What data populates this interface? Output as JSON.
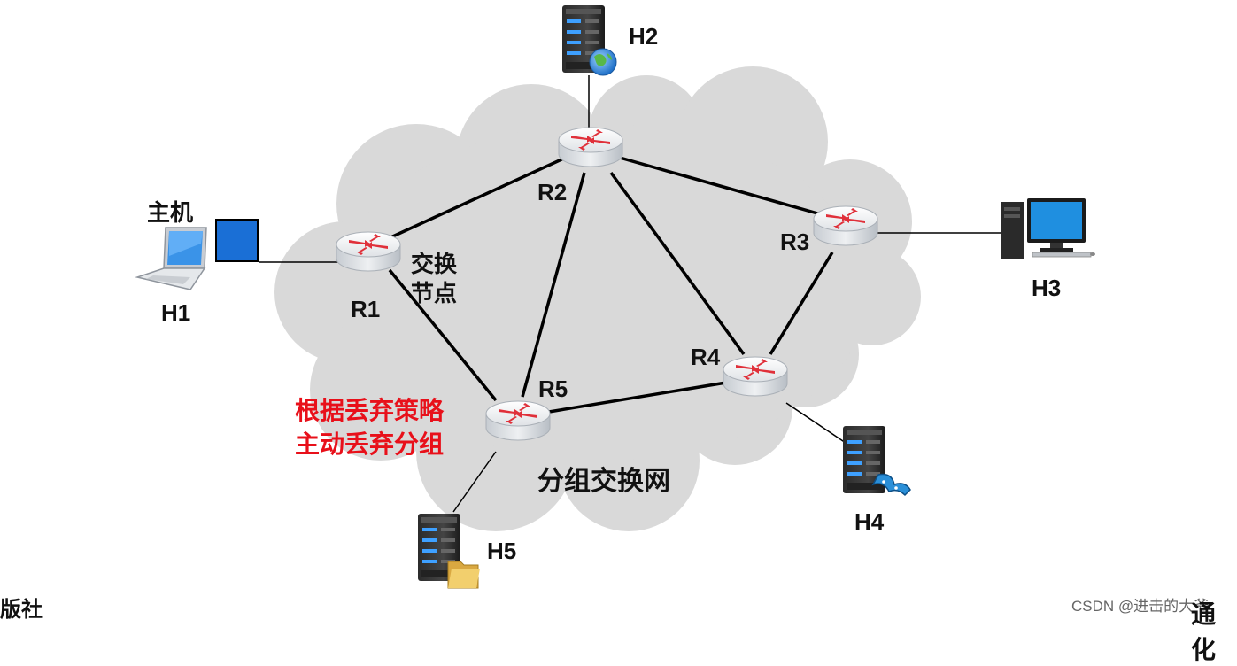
{
  "diagram": {
    "network_label": "分组交换网",
    "annotation_lines": [
      "根据丢弃策略",
      "主动丢弃分组"
    ],
    "node_label": [
      "交换",
      "节点"
    ],
    "host_caption": "主机",
    "routers": [
      {
        "id": "R1",
        "label": "R1"
      },
      {
        "id": "R2",
        "label": "R2"
      },
      {
        "id": "R3",
        "label": "R3"
      },
      {
        "id": "R4",
        "label": "R4"
      },
      {
        "id": "R5",
        "label": "R5"
      }
    ],
    "hosts": [
      {
        "id": "H1",
        "label": "H1",
        "icon": "laptop-icon"
      },
      {
        "id": "H2",
        "label": "H2",
        "icon": "web-server-icon"
      },
      {
        "id": "H3",
        "label": "H3",
        "icon": "desktop-computer-icon"
      },
      {
        "id": "H4",
        "label": "H4",
        "icon": "video-server-icon"
      },
      {
        "id": "H5",
        "label": "H5",
        "icon": "file-server-icon"
      }
    ],
    "links": [
      [
        "H1",
        "R1"
      ],
      [
        "R1",
        "R2"
      ],
      [
        "R1",
        "R5"
      ],
      [
        "R2",
        "R5"
      ],
      [
        "R2",
        "R3"
      ],
      [
        "R2",
        "R4"
      ],
      [
        "R3",
        "R4"
      ],
      [
        "R5",
        "R4"
      ],
      [
        "H2",
        "R2"
      ],
      [
        "H3",
        "R3"
      ],
      [
        "H4",
        "R4"
      ],
      [
        "H5",
        "R5"
      ]
    ],
    "colors": {
      "cloud": "#d9d9d9",
      "packet": "#1a6fd6",
      "annotation": "#e8101a",
      "router_arrow": "#e0303a"
    }
  },
  "footer": {
    "left_fragment": "版社",
    "watermark": "CSDN @进击的大爷",
    "right_fragment": "通化"
  }
}
